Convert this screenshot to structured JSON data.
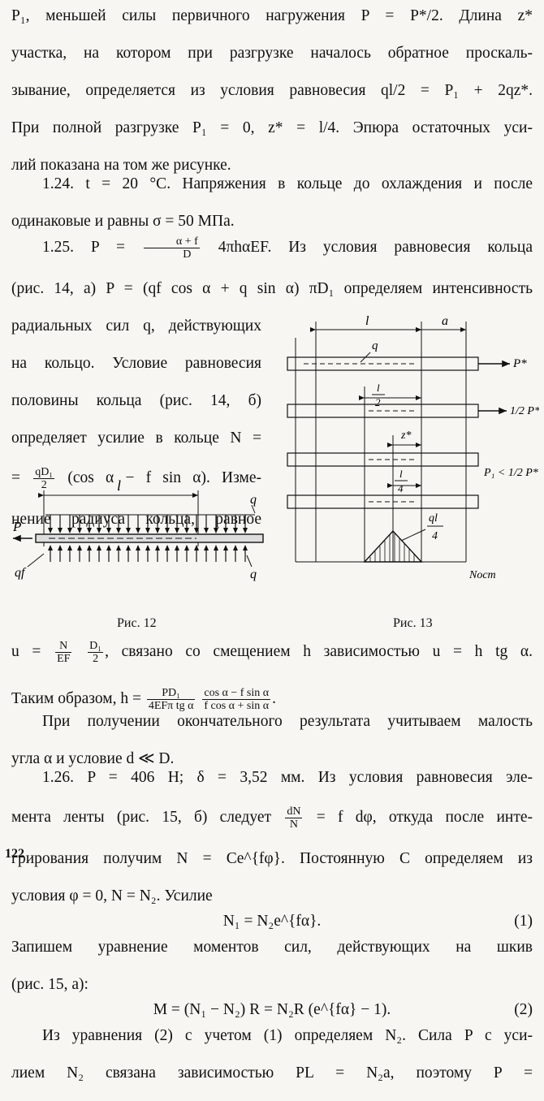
{
  "lines": {
    "l1": "P₁, меньшей силы первичного нагружения P = P*/2. Длина z*",
    "l2": "участка, на котором при разгрузке началось обратное проскаль-",
    "l3": "зывание, определяется из условия равновесия ql/2 = P₁ + 2qz*.",
    "l4": "При полной разгрузке P₁ = 0, z* = l/4. Эпюра остаточных уси-",
    "l5": "лий показана на том же рисунке.",
    "l6": "1.24. t = 20 °C. Напряжения в кольце до охлаждения и после",
    "l7": "одинаковые и равны σ = 50 МПа.",
    "l8a": "1.25. P =",
    "l8frac_n": "α + f",
    "l8frac_d": "D",
    "l8b": "4πhαEF. Из условия равновесия кольца",
    "l9": "(рис. 14, а) P = (qf cos α + q sin α) πD₁ определяем интенсивность",
    "c1": "радиальных сил q, действующих",
    "c2": "на кольцо. Условие равновесия",
    "c3": "половины кольца (рис. 14, б)",
    "c4": "определяет усилие в кольце N =",
    "c5a": "=",
    "c5frac_n": "qD₁",
    "c5frac_d": "2",
    "c5b": "(cos α − f sin α). Изме-",
    "c6": "нение радиуса кольца, равное",
    "u_a": "u =",
    "u_frac1_n": "N",
    "u_frac1_d": "EF",
    "u_frac2_n": "D₁",
    "u_frac2_d": "2",
    "u_b": ", связано со смещением h зависимостью u = h tg α.",
    "h_a": "Таким образом, h =",
    "h_frac1_n": "PD₁",
    "h_frac1_d": "4EFπ tg α",
    "h_frac2_n": "cos α − f sin α",
    "h_frac2_d": "f cos α + sin α",
    "h_b": ".",
    "l10": "При получении окончательного результата учитываем малость",
    "l11": "угла α и условие d ≪ D.",
    "l12": "1.26. P = 406 Н; δ = 3,52 мм. Из условия равновесия эле-",
    "l13a": "мента ленты (рис. 15, б) следует",
    "l13frac_n": "dN",
    "l13frac_d": "N",
    "l13b": "= f dφ, откуда после инте-",
    "l14": "грирования получим N = Ce^{fφ}. Постоянную C определяем из",
    "l15": "условия φ = 0, N = N₂. Усилие",
    "eq1": "N₁ = N₂e^{fα}.",
    "eq1_num": "(1)",
    "l16": "Запишем уравнение моментов сил, действующих на шкив",
    "l17": "(рис. 15, а):",
    "eq2": "M = (N₁ − N₂) R = N₂R (e^{fα} − 1).",
    "eq2_num": "(2)",
    "l18": "Из уравнения (2) с учетом (1) определяем N₂. Сила P с уси-",
    "l19": "лием N₂ связана зависимостью PL = N₂a, поэтому P =",
    "page_number": "122",
    "fig12": {
      "caption": "Рис. 12",
      "label_l": "l",
      "label_q_top": "q",
      "label_P": "P",
      "label_qf": "qf",
      "label_q_bottom": "q"
    },
    "fig13": {
      "caption": "Рис. 13",
      "label_l": "l",
      "label_a": "a",
      "label_q": "q",
      "label_Pstar": "P*",
      "label_half_l_n": "l",
      "label_half_l_d": "2",
      "label_half_P": "1/2 P*",
      "label_zstar": "z*",
      "label_quarter_l_n": "l",
      "label_quarter_l_d": "4",
      "label_P1": "P₁ < 1/2 P*",
      "label_ql4_n": "ql",
      "label_ql4_d": "4",
      "label_Nost": "Nост"
    }
  }
}
